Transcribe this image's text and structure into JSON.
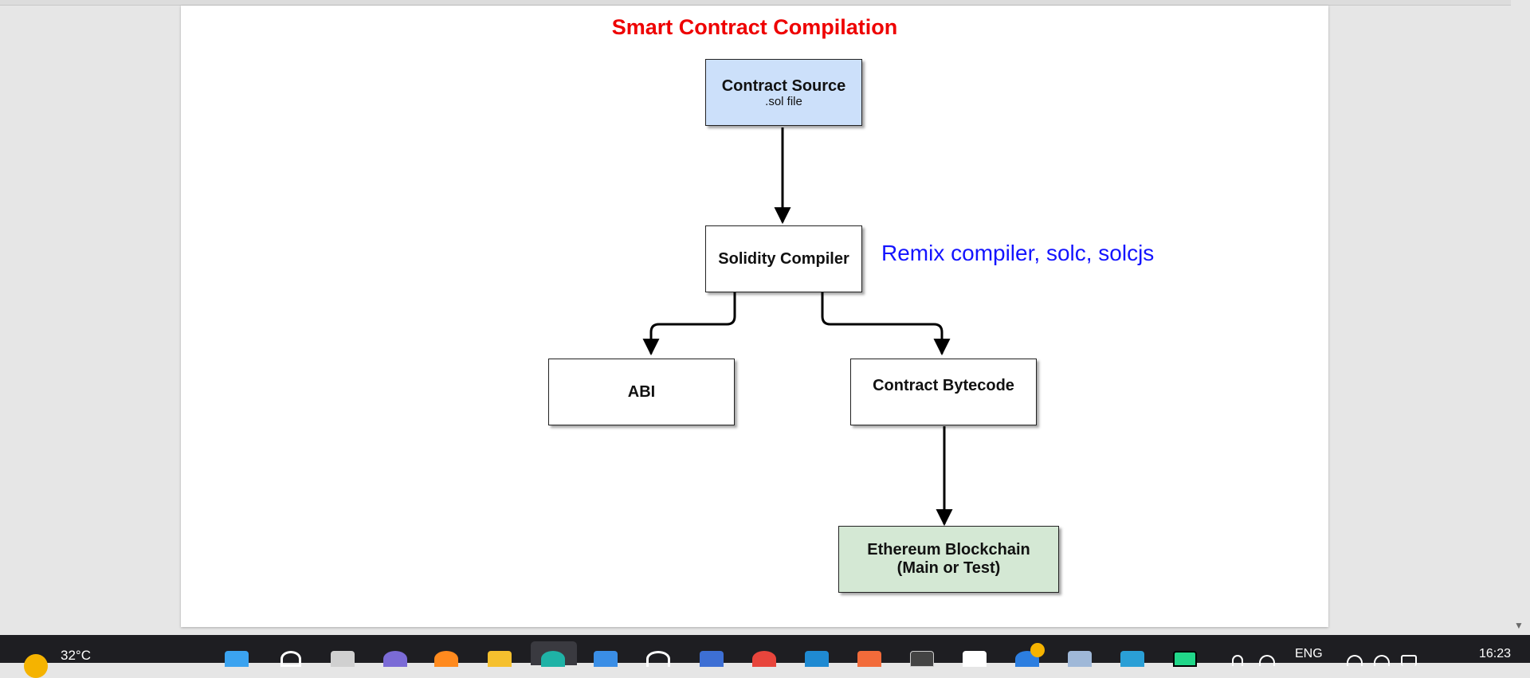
{
  "diagram": {
    "title": "Smart Contract Compilation",
    "nodes": [
      {
        "id": "source",
        "label": "Contract Source",
        "sublabel": ".sol file",
        "fill": "#cce0fa"
      },
      {
        "id": "compiler",
        "label": "Solidity Compiler",
        "fill": "#ffffff"
      },
      {
        "id": "abi",
        "label": "ABI",
        "fill": "#ffffff"
      },
      {
        "id": "bytecode",
        "label": "Contract Bytecode",
        "fill": "#ffffff"
      },
      {
        "id": "blockchain",
        "label": "Ethereum Blockchain\n(Main or Test)",
        "fill": "#d4e8d4"
      }
    ],
    "edges": [
      {
        "from": "source",
        "to": "compiler"
      },
      {
        "from": "compiler",
        "to": "abi"
      },
      {
        "from": "compiler",
        "to": "bytecode"
      },
      {
        "from": "bytecode",
        "to": "blockchain"
      }
    ],
    "annotation": "Remix compiler, solc, solcjs",
    "colors": {
      "title": "#ee0000",
      "annotation": "#1414ff",
      "border": "#222222"
    }
  },
  "taskbar": {
    "temperature": "32°C",
    "language": "ENG",
    "time": "16:23",
    "apps": [
      "windows-start-icon",
      "search-icon",
      "task-view-icon",
      "teams-icon",
      "firefox-icon",
      "file-explorer-icon",
      "edge-icon",
      "store-icon",
      "chatgpt-icon",
      "terminal-icon",
      "chrome-icon",
      "vscode-icon",
      "postman-icon",
      "cmd-icon",
      "dropbox-icon",
      "edge-beta-icon",
      "photo-icon",
      "powershell-icon",
      "pycharm-icon"
    ]
  }
}
